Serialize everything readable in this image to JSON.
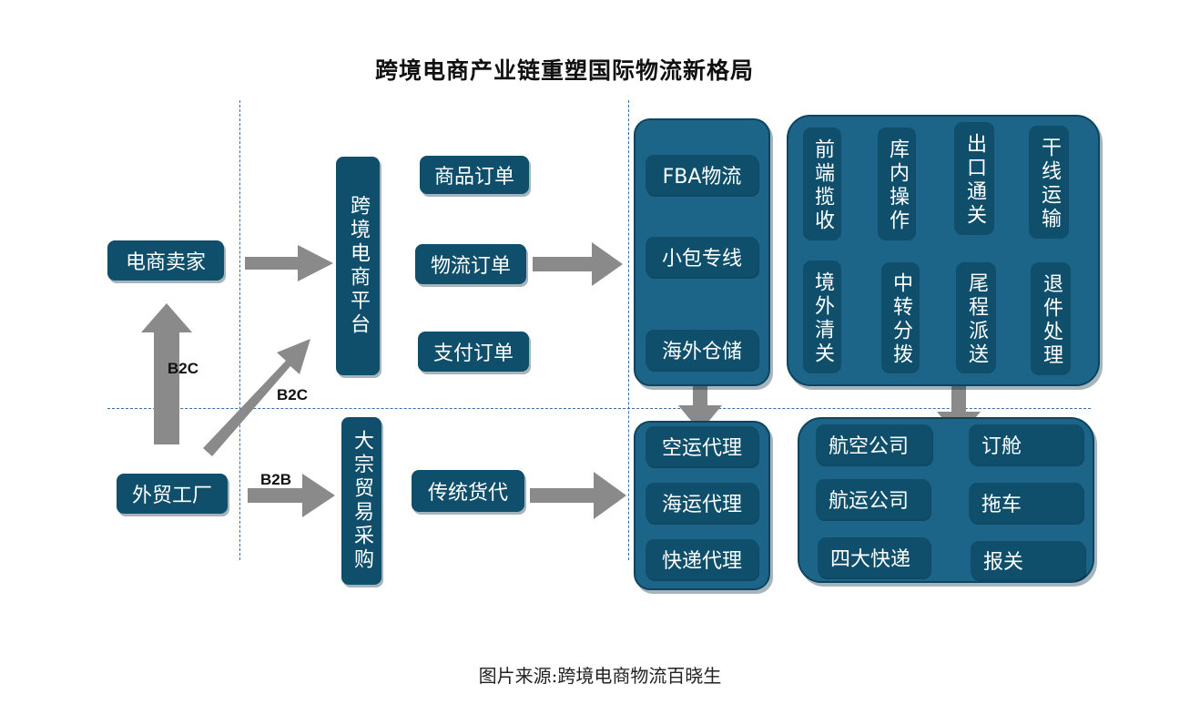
{
  "title": "跨境电商产业链重塑国际物流新格局",
  "caption": "图片来源:跨境电商物流百晓生",
  "left": {
    "seller": "电商卖家",
    "factory": "外贸工厂"
  },
  "channels": {
    "platform": "跨境电商平台",
    "bulk_trade": "大宗贸易采购"
  },
  "orders": {
    "goods_order": "商品订单",
    "logistics_order": "物流订单",
    "payment_order": "支付订单",
    "traditional_forwarding": "传统货代"
  },
  "logistics_modes": {
    "fba": "FBA物流",
    "small_parcel": "小包专线",
    "overseas_warehouse": "海外仓储"
  },
  "services_top": [
    "前端揽收",
    "库内操作",
    "出口通关",
    "干线运输",
    "境外清关",
    "中转分拨",
    "尾程派送",
    "退件处理"
  ],
  "agents": [
    "空运代理",
    "海运代理",
    "快递代理"
  ],
  "providers": {
    "airline": "航空公司",
    "shipping": "航运公司",
    "express": "四大快递",
    "booking": "订舱",
    "trucking": "拖车",
    "customs": "报关"
  },
  "arrow_labels": {
    "b2c_up": "B2C",
    "b2c_diag": "B2C",
    "b2b": "B2B"
  },
  "colors": {
    "pill": "#0f4f6b",
    "panel": "#1c6588",
    "arrow": "#8a8a8a",
    "divider": "#3b6ea5"
  }
}
